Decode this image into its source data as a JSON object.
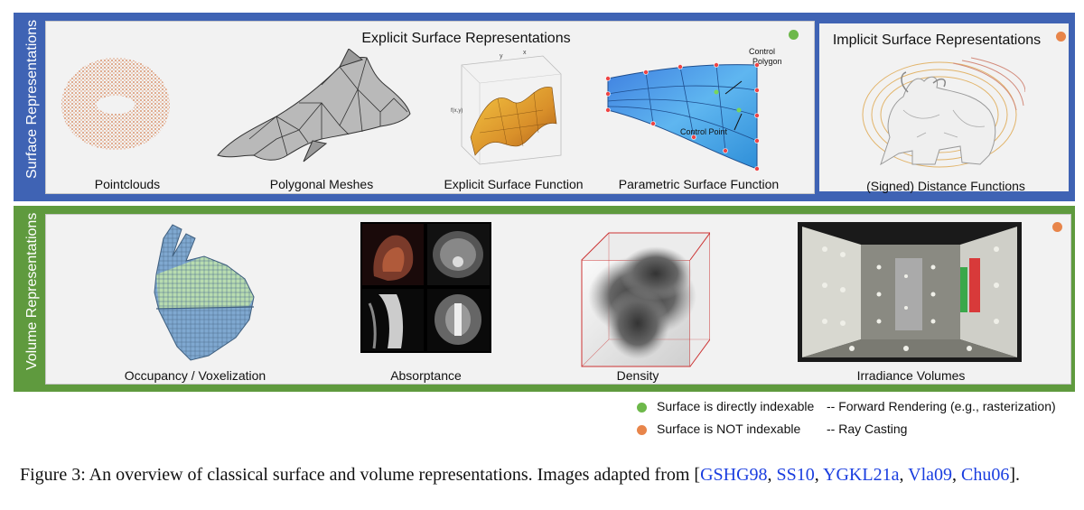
{
  "surface_section": {
    "label": "Surface Representations",
    "explicit": {
      "title": "Explicit Surface Representations",
      "items": [
        {
          "caption": "Pointclouds"
        },
        {
          "caption": "Polygonal Meshes"
        },
        {
          "caption": "Explicit Surface Function"
        },
        {
          "caption": "Parametric Surface Function"
        }
      ],
      "annotations": {
        "control_polygon": "Control Polygon",
        "control_polygon_line1": "Control",
        "control_polygon_line2": "Polygon",
        "control_point": "Control Point"
      },
      "plot_axis_labels": {
        "y": "y",
        "x": "x",
        "f": "f(x,y)"
      }
    },
    "implicit": {
      "title": "Implicit Surface Representations",
      "items": [
        {
          "caption": "(Signed) Distance Functions"
        }
      ]
    }
  },
  "volume_section": {
    "label": "Volume Representations",
    "items": [
      {
        "caption": "Occupancy / Voxelization"
      },
      {
        "caption": "Absorptance"
      },
      {
        "caption": "Density"
      },
      {
        "caption": "Irradiance Volumes"
      }
    ]
  },
  "legend": {
    "items": [
      {
        "text": "Surface is directly indexable",
        "method": "-- Forward Rendering (e.g., rasterization)",
        "color": "#6db84a"
      },
      {
        "text": "Surface is NOT indexable",
        "method": "--  Ray Casting",
        "color": "#e8854a"
      }
    ]
  },
  "caption": {
    "prefix": "Figure 3: An overview of classical surface and volume representations. Images adapted from [",
    "cites": [
      "GSHG98",
      "SS10",
      "YGKL21a",
      "Vla09",
      "Chu06"
    ],
    "separator": ", ",
    "suffix": "]."
  },
  "colors": {
    "surface_frame": "#3f63b4",
    "volume_frame": "#5f9a3e",
    "indexable_dot": "#6db84a",
    "not_indexable_dot": "#e8854a",
    "citation": "#1a3ee0"
  }
}
